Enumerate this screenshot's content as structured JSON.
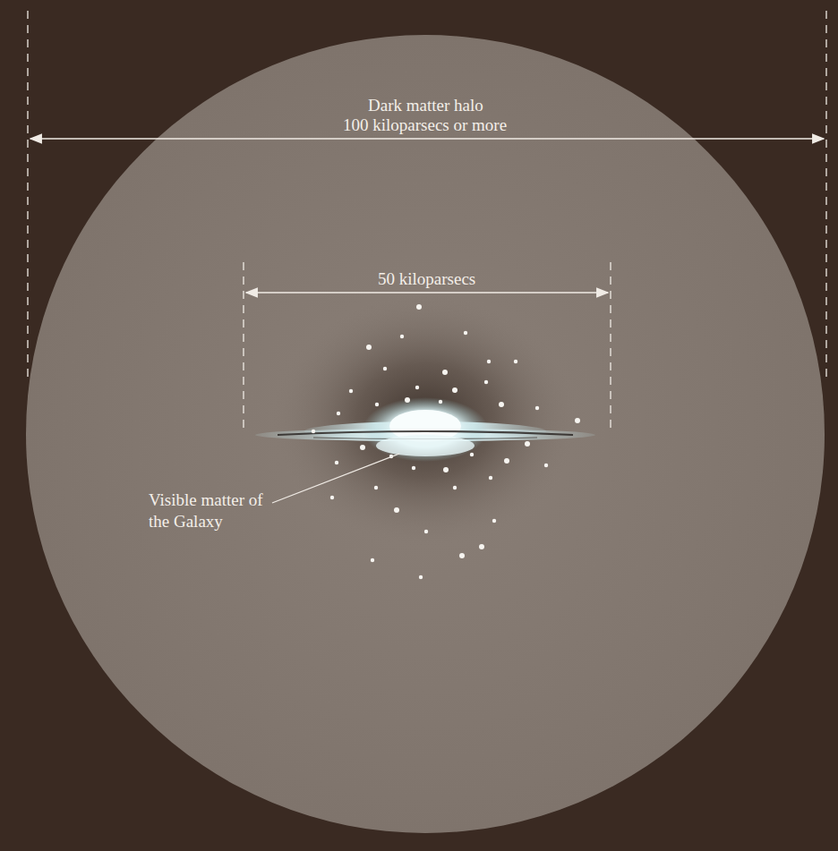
{
  "diagram": {
    "labels": [
      "Dark matter halo",
      "100 kiloparsecs or more",
      "50 kiloparsecs",
      "Visible matter of the Galaxy"
    ]
  }
}
